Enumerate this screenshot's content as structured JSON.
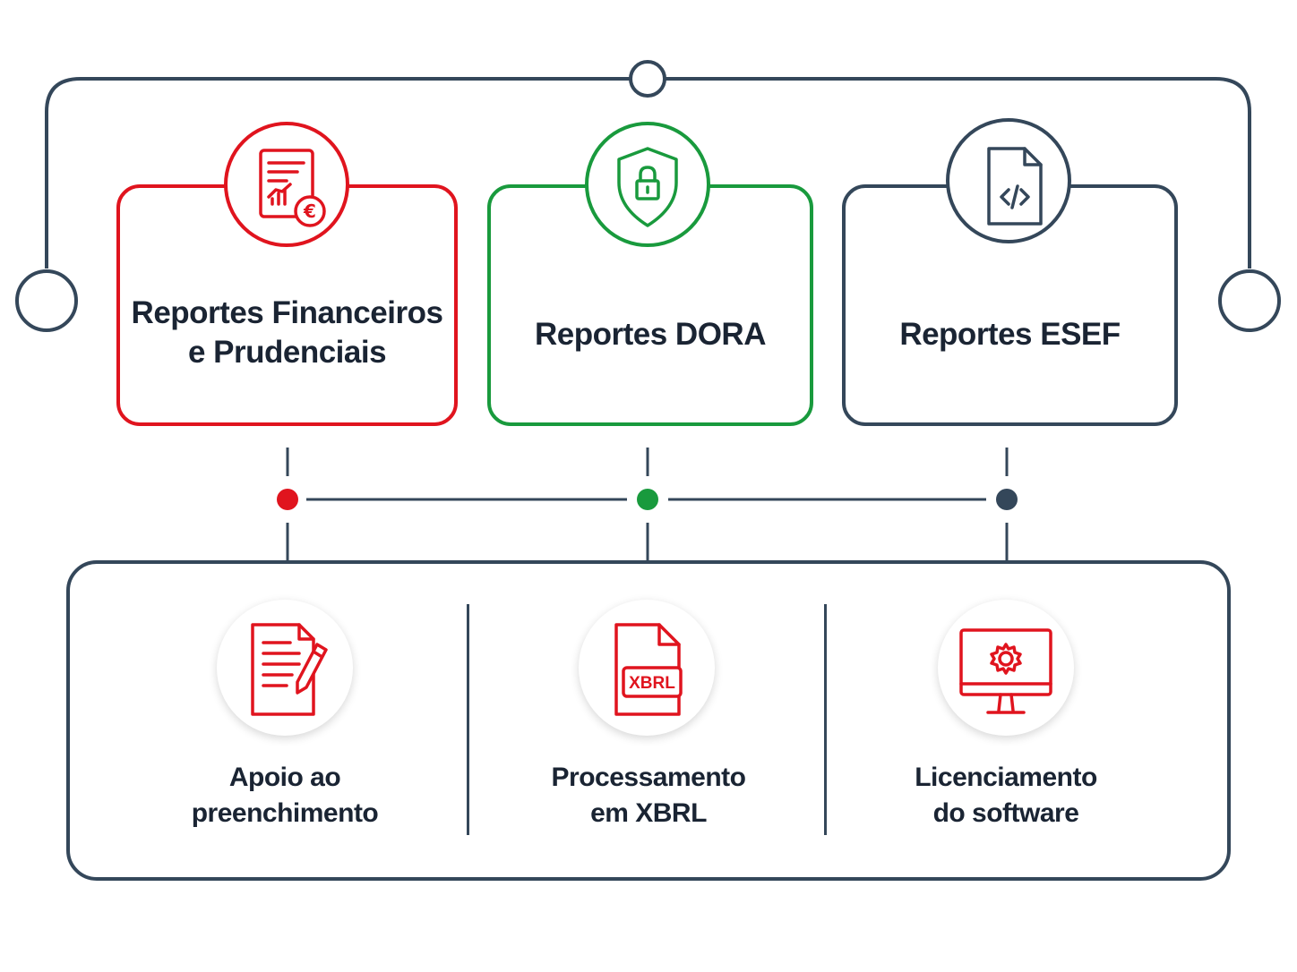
{
  "colors": {
    "red": "#e0141e",
    "green": "#199a3d",
    "slate": "#34475a",
    "text": "#1a2433"
  },
  "reports": [
    {
      "title_line1": "Reportes Financeiros",
      "title_line2": "e Prudenciais",
      "icon": "financial-report-euro-icon",
      "color": "#e0141e"
    },
    {
      "title_line1": "Reportes DORA",
      "title_line2": "",
      "icon": "shield-lock-icon",
      "color": "#199a3d"
    },
    {
      "title_line1": "Reportes ESEF",
      "title_line2": "",
      "icon": "code-file-icon",
      "color": "#34475a"
    }
  ],
  "services": [
    {
      "line1": "Apoio ao",
      "line2": "preenchimento",
      "icon": "document-pen-icon"
    },
    {
      "line1": "Processamento",
      "line2": "em XBRL",
      "icon": "xbrl-file-icon",
      "icon_text": "XBRL"
    },
    {
      "line1": "Licenciamento",
      "line2": "do software",
      "icon": "monitor-gear-icon"
    }
  ]
}
